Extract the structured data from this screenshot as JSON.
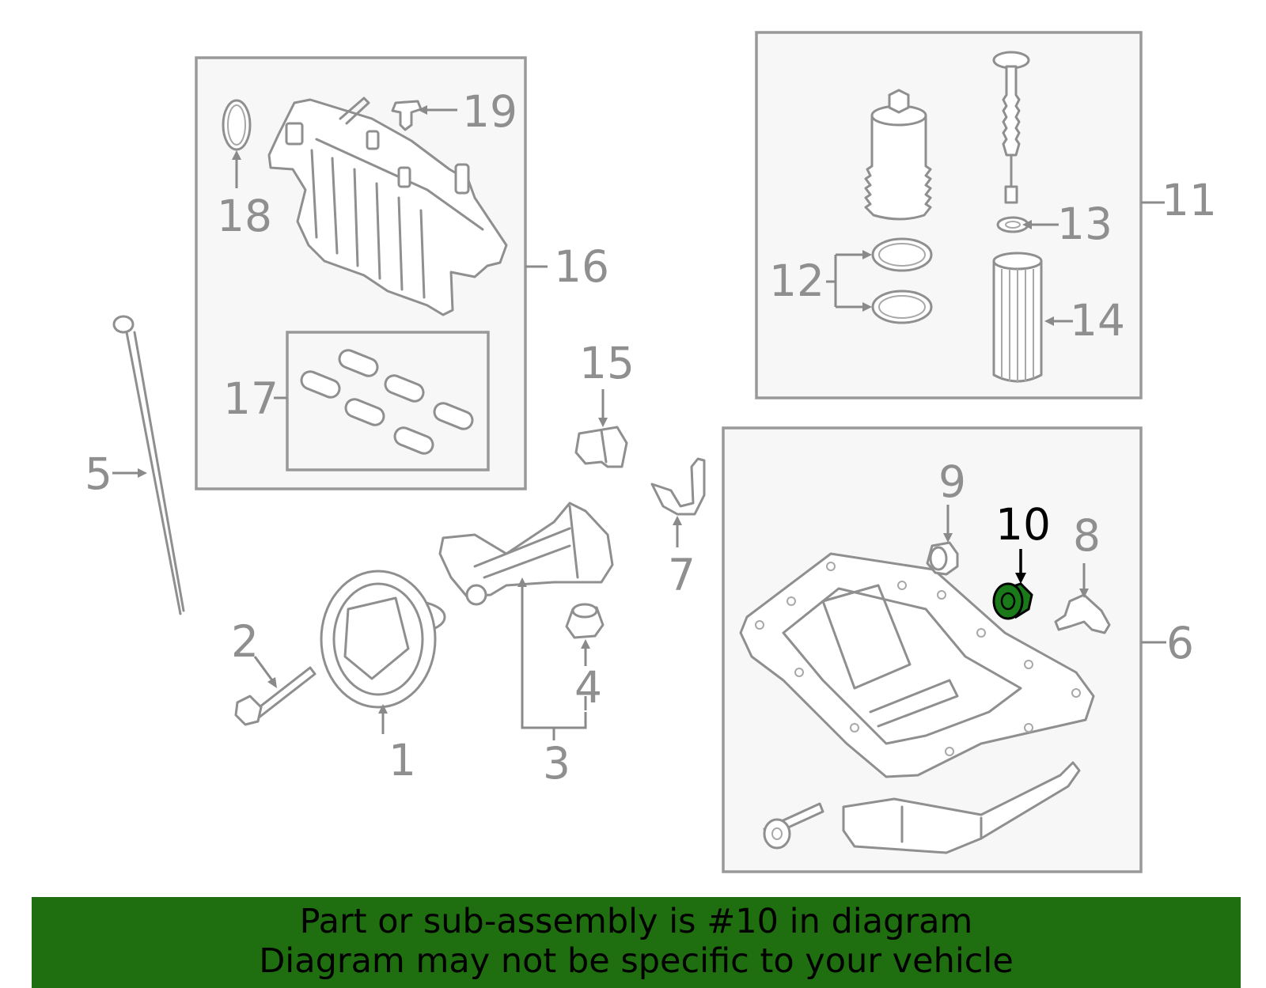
{
  "callouts": {
    "n1": "1",
    "n2": "2",
    "n3": "3",
    "n4": "4",
    "n5": "5",
    "n6": "6",
    "n7": "7",
    "n8": "8",
    "n9": "9",
    "n10": "10",
    "n11": "11",
    "n12": "12",
    "n13": "13",
    "n14": "14",
    "n15": "15",
    "n16": "16",
    "n17": "17",
    "n18": "18",
    "n19": "19"
  },
  "highlighted_part": "10",
  "colors": {
    "highlight": "#1a7a1a",
    "banner": "#1f6e0f",
    "line": "#8f8f8f",
    "box_fill": "#f7f7f7"
  },
  "banner": {
    "line1": "Part or sub-assembly is #10 in diagram",
    "line2": "Diagram may not be specific to your vehicle"
  }
}
